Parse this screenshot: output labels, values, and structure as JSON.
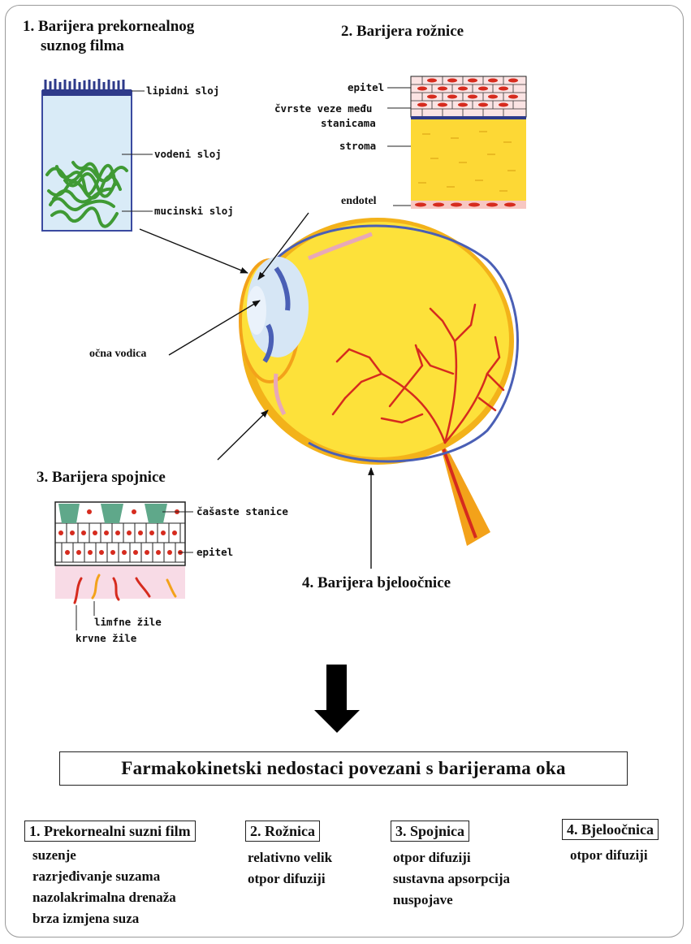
{
  "barriers": {
    "tear_film": {
      "title_line1": "1. Barijera prekornealnog",
      "title_line2": "suznog filma",
      "lipid_label": "lipidni sloj",
      "aqueous_label": "vodeni sloj",
      "mucin_label": "mucinski sloj"
    },
    "cornea": {
      "title": "2. Barijera rožnice",
      "epithelium_label": "epitel",
      "tight_junctions_line1": "čvrste veze među",
      "tight_junctions_line2": "stanicama",
      "stroma_label": "stroma",
      "endothelium_label": "endotel"
    },
    "aqueous_humor_label": "očna vodica",
    "conjunctiva": {
      "title": "3. Barijera spojnice",
      "goblet_label": "čašaste stanice",
      "epithelium_label": "epitel",
      "lymph_label": "limfne žile",
      "blood_label": "krvne žile"
    },
    "sclera": {
      "title": "4. Barijera bjeloočnice"
    }
  },
  "summary": {
    "title": "Farmakokinetski nedostaci povezani s barijerama oka",
    "columns": [
      {
        "heading": "1. Prekornealni suzni film",
        "items": [
          "suzenje",
          "razrjeđivanje suzama",
          "nazolakrimalna drenaža",
          "brza izmjena suza"
        ]
      },
      {
        "heading": "2. Rožnica",
        "items": [
          "relativno velik",
          "otpor difuziji"
        ]
      },
      {
        "heading": "3. Spojnica",
        "items": [
          "otpor difuziji",
          "sustavna apsorpcija",
          "nuspojave"
        ]
      },
      {
        "heading": "4. Bjeloočnica",
        "items": [
          "otpor difuziji"
        ]
      }
    ]
  },
  "colors": {
    "yellow": "#fde13a",
    "orange": "#f3a21a",
    "blue": "#4a5fb5",
    "red": "#d62b1e",
    "green": "#3f9a34",
    "pink": "#e8a8b8",
    "lightblue": "#d6e6f5"
  }
}
